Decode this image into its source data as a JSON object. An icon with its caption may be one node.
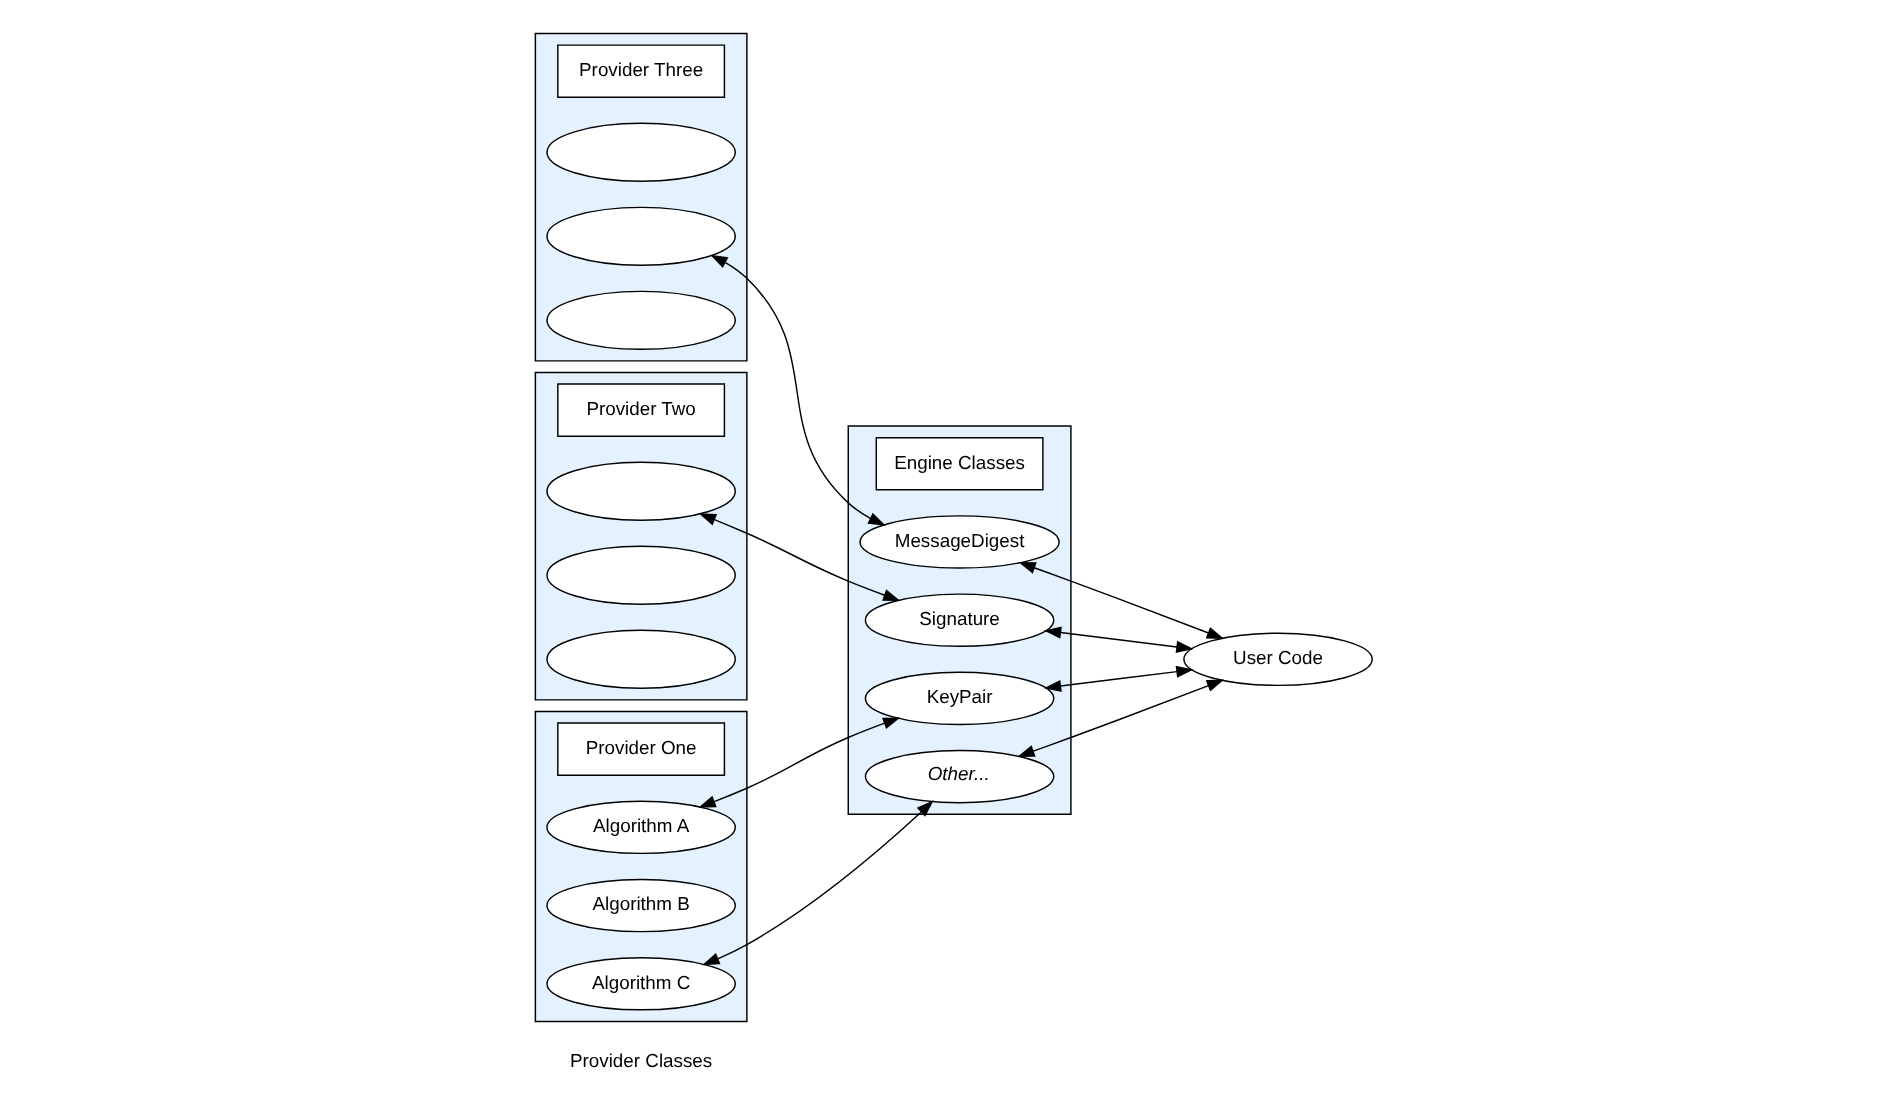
{
  "diagram": {
    "nodes": [
      {
        "text": [],
        "shape": "box"
      },
      {
        "text": [
          "Provider Three"
        ],
        "in": 0
      },
      {
        "text": [],
        "shape": "ellipse",
        "in": 0
      },
      {
        "text": [],
        "shape": "ellipse",
        "in": 0
      },
      {
        "text": [],
        "shape": "ellipse",
        "in": 0
      },
      {
        "text": [],
        "shape": "box"
      },
      {
        "text": [
          "Provider Two"
        ],
        "in": 5
      },
      {
        "text": [],
        "shape": "ellipse",
        "in": 5
      },
      {
        "text": [],
        "shape": "ellipse",
        "in": 5
      },
      {
        "text": [],
        "shape": "ellipse",
        "in": 5
      },
      {
        "text": [],
        "shape": "box"
      },
      {
        "text": [
          "Provider One"
        ],
        "in": 10
      },
      {
        "text": [
          "Algorithm A"
        ],
        "in": 10
      },
      {
        "text": [
          "Algorithm B"
        ],
        "in": 10
      },
      {
        "text": [
          "Algorithm C"
        ],
        "in": 10
      },
      {
        "text": [],
        "shape": "box"
      },
      {
        "text": [
          "Engine Classes"
        ],
        "in": 15
      },
      {
        "text": [
          "Signature"
        ],
        "in": 15
      },
      {
        "text": [
          "KeyPair"
        ],
        "in": 15
      },
      {
        "text": [
          "MessageDigest"
        ],
        "in": 15
      },
      {
        "text": [
          "Other..."
        ],
        "in": 15
      },
      {
        "text": [
          "User Code"
        ]
      }
    ],
    "edges": [
      {
        "from": 7,
        "to": 17,
        "arrow": "both"
      },
      {
        "from": 3,
        "to": 19,
        "arrow": "both"
      },
      {
        "from": 12,
        "to": 18,
        "arrow": "both"
      },
      {
        "from": 14,
        "to": 20,
        "arrow": "both"
      },
      {
        "from": 17,
        "to": 21,
        "arrow": "both"
      },
      {
        "from": 18,
        "to": 21,
        "arrow": "both"
      },
      {
        "from": 19,
        "to": 21,
        "arrow": "both"
      },
      {
        "from": 20,
        "to": 21,
        "arrow": "both"
      }
    ],
    "labels": [
      "Provider Classes"
    ]
  }
}
